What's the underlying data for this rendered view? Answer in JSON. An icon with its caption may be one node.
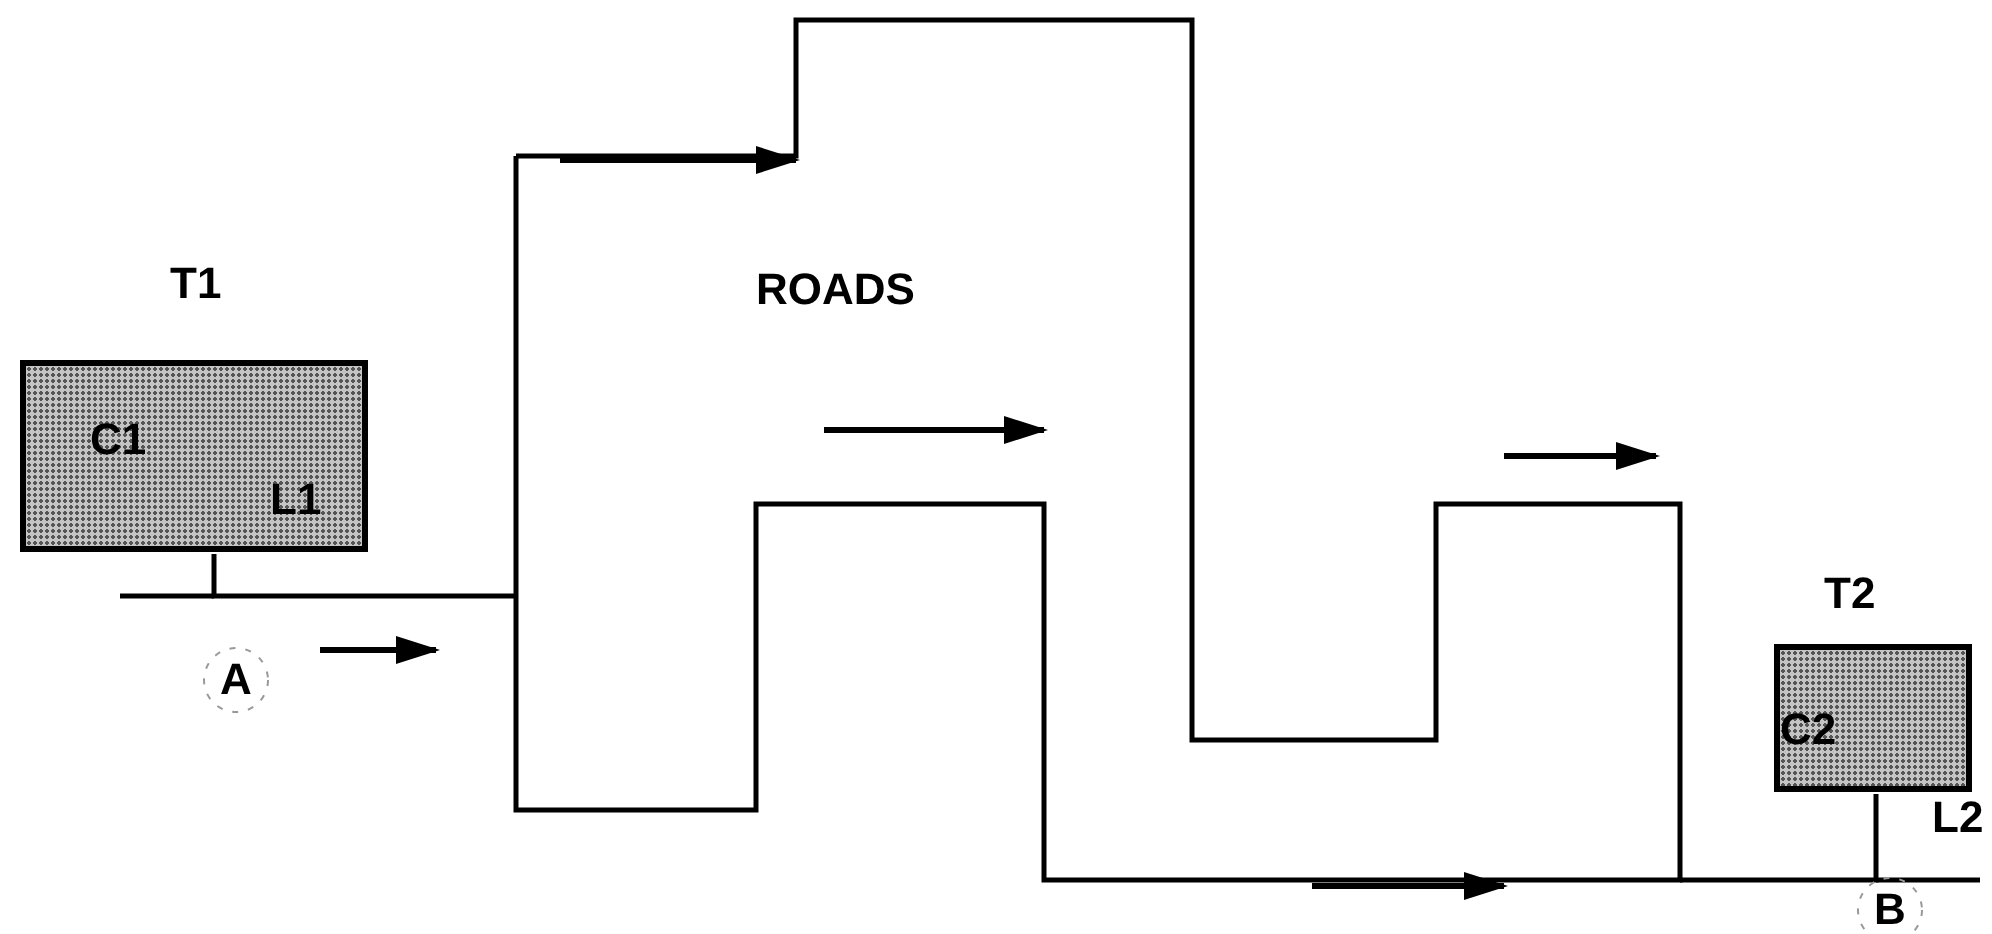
{
  "diagram": {
    "nodes": [
      {
        "text": [
          "T1",
          "C1",
          "L1"
        ]
      },
      {
        "text": [
          "ROADS"
        ]
      },
      {
        "text": [
          "T2",
          "C2",
          "L2"
        ]
      }
    ],
    "edges": [
      {
        "from": 0,
        "to": 1,
        "arrow": "none"
      },
      {
        "from": 1,
        "to": 2,
        "arrow": "none"
      }
    ],
    "labels": [
      "A",
      "B"
    ]
  }
}
